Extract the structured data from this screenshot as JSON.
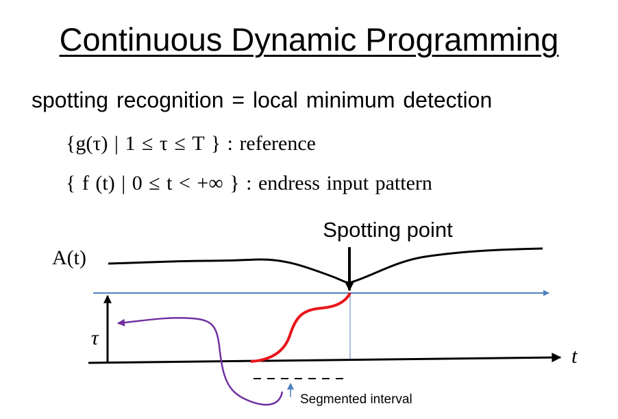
{
  "title": "Continuous Dynamic Programming",
  "subtitle": "spotting recognition = local minimum detection",
  "formulas": {
    "reference": "{g(τ) | 1 ≤ τ ≤ T } :  reference",
    "input": "{ f (t) | 0 ≤ t < +∞ } :  endress  input  pattern"
  },
  "diagram": {
    "curve_label": "A(t)",
    "spotting_label": "Spotting point",
    "tau_label": "τ",
    "t_label": "t",
    "segment_label": "Segmented interval"
  },
  "colors": {
    "reference_line": "#4f81bd",
    "warping_path": "#e8151b",
    "interval_arrow": "#7030a0",
    "ink": "#000000"
  }
}
